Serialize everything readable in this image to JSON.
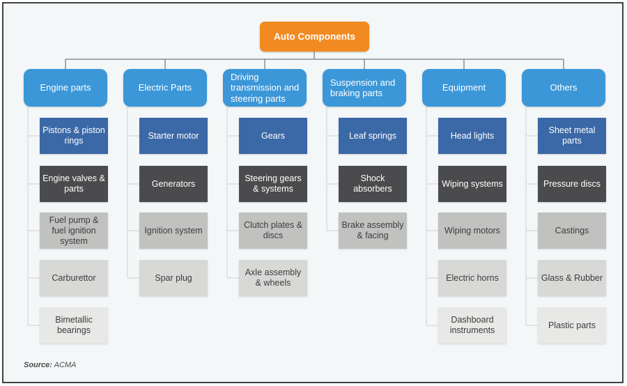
{
  "root": {
    "label": "Auto Components"
  },
  "columns": [
    {
      "label": "Engine parts",
      "children": [
        "Pistons & piston rings",
        "Engine valves & parts",
        "Fuel pump & fuel ignition system",
        "Carburettor",
        "Bimetallic bearings"
      ]
    },
    {
      "label": "Electric Parts",
      "children": [
        "Starter motor",
        "Generators",
        "Ignition system",
        "Spar plug"
      ]
    },
    {
      "label": "Driving transmission and steering parts",
      "children": [
        "Gears",
        "Steering gears & systems",
        "Clutch plates & discs",
        "Axle assembly & wheels"
      ]
    },
    {
      "label": "Suspension and braking parts",
      "children": [
        "Leaf springs",
        "Shock absorbers",
        "Brake assembly & facing"
      ]
    },
    {
      "label": "Equipment",
      "children": [
        "Head lights",
        "Wiping systems",
        "Wiping motors",
        "Electric horns",
        "Dashboard instruments"
      ]
    },
    {
      "label": "Others",
      "children": [
        "Sheet metal parts",
        "Pressure discs",
        "Castings",
        "Glass & Rubber",
        "Plastic parts"
      ]
    }
  ],
  "source": {
    "prefix": "Source:",
    "value": "ACMA"
  },
  "colors": {
    "root_orange": "#f28a22",
    "header_blue": "#3b97d8",
    "level_0": "#3b68a6",
    "level_1": "#4b4b4d",
    "level_2": "#c1c1c0",
    "level_3": "#d8d8d7",
    "level_4": "#e8e8e7",
    "connector_dark": "#58595b",
    "connector_light": "#cfcfcf",
    "background": "#f4f7f8"
  }
}
